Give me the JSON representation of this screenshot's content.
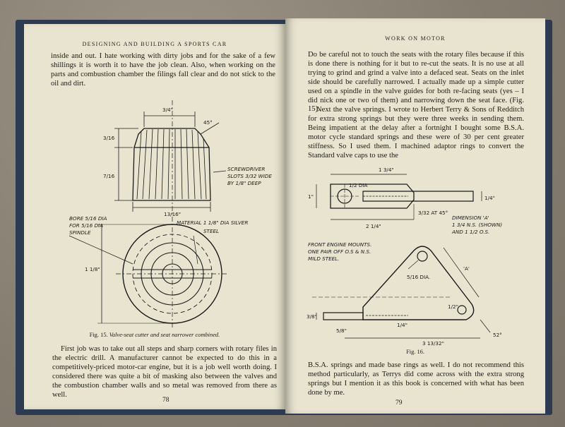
{
  "left_page": {
    "running_head": "DESIGNING AND BUILDING A SPORTS CAR",
    "para1": "inside and out. I hate working with dirty jobs and for the sake of a few shillings it is worth it to have the job clean. Also, when working on the parts and combustion chamber the filings fall clear and do not stick to the oil and dirt.",
    "drawing": {
      "dim_top": "3/4\"",
      "dim_angle": "45°",
      "dim_left_small": "3/16",
      "dim_left_large": "7/16",
      "dim_bottom": "13/16\"",
      "note_screwdriver_1": "SCREWDRIVER",
      "note_screwdriver_2": "SLOTS 3/32 WIDE",
      "note_screwdriver_3": "BY 1/8\" DEEP",
      "note_bore_1": "BORE 5/16 DIA",
      "note_bore_2": "FOR 5/16 DIA",
      "note_bore_3": "SPINDLE",
      "note_material_1": "MATERIAL 1 1/8\" DIA SILVER",
      "note_material_2": "STEEL",
      "dim_dia": "1 1/8\""
    },
    "caption_prefix": "Fig. 15.",
    "caption_text": "Valve-seat cutter and seat narrower combined.",
    "para2": "First job was to take out all steps and sharp corners with rotary files in the electric drill. A manufacturer cannot be expected to do this in a competitively-priced motor-car engine, but it is a job well worth doing. I considered there was quite a bit of masking also between the valves and the combustion chamber walls and so metal was removed from there as well.",
    "page_number": "78"
  },
  "right_page": {
    "running_head": "WORK ON MOTOR",
    "para1": "Do be careful not to touch the seats with the rotary files because if this is done there is nothing for it but to re-cut the seats. It is no use at all trying to grind and grind a valve into a defaced seat. Seats on the inlet side should be carefully narrowed. I actually made up a simple cutter used on a spindle in the valve guides for both re-facing seats (yes – I did nick one or two of them) and narrowing down the seat face. (Fig. 15).",
    "para2": "Next the valve springs. I wrote to Herbert Terry & Sons of Redditch for extra strong springs but they were three weeks in sending them. Being impatient at the delay after a fortnight I bought some B.S.A. motor cycle standard springs and these were of 30 per cent greater stiffness. So I used them. I machined adaptor rings to convert the Standard valve caps to use the",
    "drawing": {
      "dim_top": "1 3/4\"",
      "dim_hole": "1/2 DIA",
      "dim_left": "1\"",
      "dim_right_small": "1/4\"",
      "dim_chamfer": "3/32 AT 45°",
      "dim_width": "2 1/4\"",
      "dim_A_1": "DIMENSION 'A'",
      "dim_A_2": "1 3/4 N.S. (SHOWN)",
      "dim_A_3": "AND 1 1/2 O.S.",
      "note_mounts_1": "FRONT ENGINE MOUNTS.",
      "note_mounts_2": "ONE PAIR OFF O.S & N.S.",
      "note_mounts_3": "MILD STEEL.",
      "dim_A_label": "'A'",
      "dim_hole2": "5/16 DIA.",
      "dim_small_1": "1/2\"",
      "dim_small_2": "3/8\"",
      "dim_small_3": "1/4\"",
      "dim_small_4": "5/8\"",
      "dim_base": "3 13/32\"",
      "dim_angle": "52°"
    },
    "caption": "Fig. 16.",
    "para3": "B.S.A. springs and made base rings as well. I do not recommend this method particularly, as Terrys did come across with the extra strong springs but I mention it as this book is concerned with what has been done by me.",
    "page_number": "79"
  }
}
